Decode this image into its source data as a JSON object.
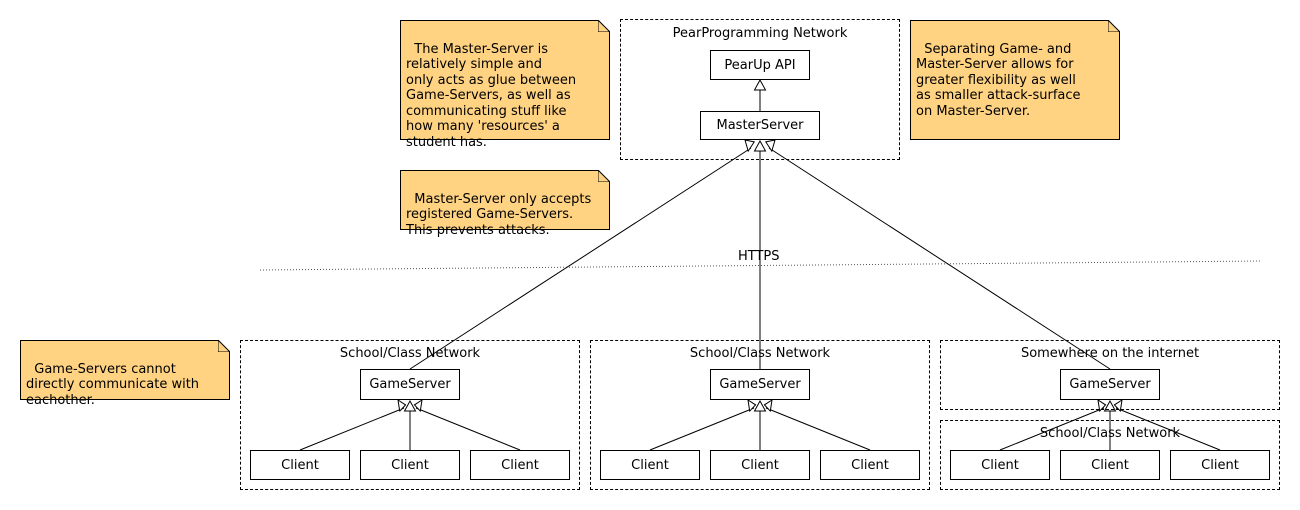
{
  "groups": {
    "pearprogramming": "PearProgramming Network",
    "school1": "School/Class Network",
    "school2": "School/Class Network",
    "internet": "Somewhere on the internet",
    "school3": "School/Class Network"
  },
  "nodes": {
    "pearup_api": "PearUp API",
    "master_server": "MasterServer",
    "game_server": "GameServer",
    "client": "Client"
  },
  "connection_label": "HTTPS",
  "notes": {
    "master_glue": "The Master-Server is\nrelatively simple and\nonly acts as glue between\nGame-Servers, as well as\ncommunicating stuff like\nhow many 'resources' a\nstudent has.",
    "separation": "Separating Game- and\nMaster-Server allows for\ngreater flexibility as well\nas smaller attack-surface\non Master-Server.",
    "registered": "Master-Server only accepts\nregistered Game-Servers.\nThis prevents attacks.",
    "no_direct": "Game-Servers cannot\ndirectly communicate with\neachother."
  },
  "colors": {
    "note_fill": "#ffd382",
    "line": "#000000"
  }
}
